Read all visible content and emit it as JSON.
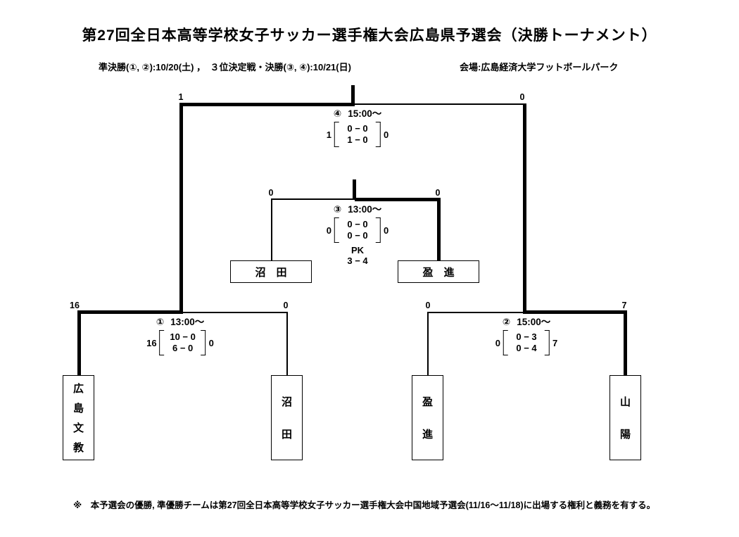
{
  "title": "第27回全日本高等学校女子サッカー選手権大会広島県予選会（決勝トーナメント）",
  "schedule": "準決勝(①, ②):10/20(土) ，　３位決定戦・決勝(③, ④):10/21(日)",
  "venue": "会場:広島経済大学フットボールパーク",
  "note": "※　本予選会の優勝, 準優勝チームは第27回全日本高等学校女子サッカー選手権大会中国地域予選会(11/16～11/18)に出場する権利と義務を有する。",
  "teams": {
    "semifinal1_left": "広島文教",
    "semifinal1_right": "沼田",
    "semifinal2_left": "盈進",
    "semifinal2_right": "山陽",
    "third_place_left": "沼　田",
    "third_place_right": "盈　進"
  },
  "matches": {
    "semifinal1": {
      "number": "①",
      "time": "13:00～",
      "left_total": "16",
      "right_total": "0",
      "period_scores": [
        "10 − 0",
        "6 − 0"
      ]
    },
    "semifinal2": {
      "number": "②",
      "time": "15:00～",
      "left_total": "0",
      "right_total": "7",
      "period_scores": [
        "0 − 3",
        "0 − 4"
      ]
    },
    "third_place": {
      "number": "③",
      "time": "13:00～",
      "left_total": "0",
      "right_total": "0",
      "period_scores": [
        "0 − 0",
        "0 − 0"
      ],
      "pk_label": "PK",
      "pk_score": "3 − 4"
    },
    "final": {
      "number": "④",
      "time": "15:00～",
      "left_total": "1",
      "right_total": "0",
      "period_scores": [
        "0 − 0",
        "1 − 0"
      ]
    }
  }
}
